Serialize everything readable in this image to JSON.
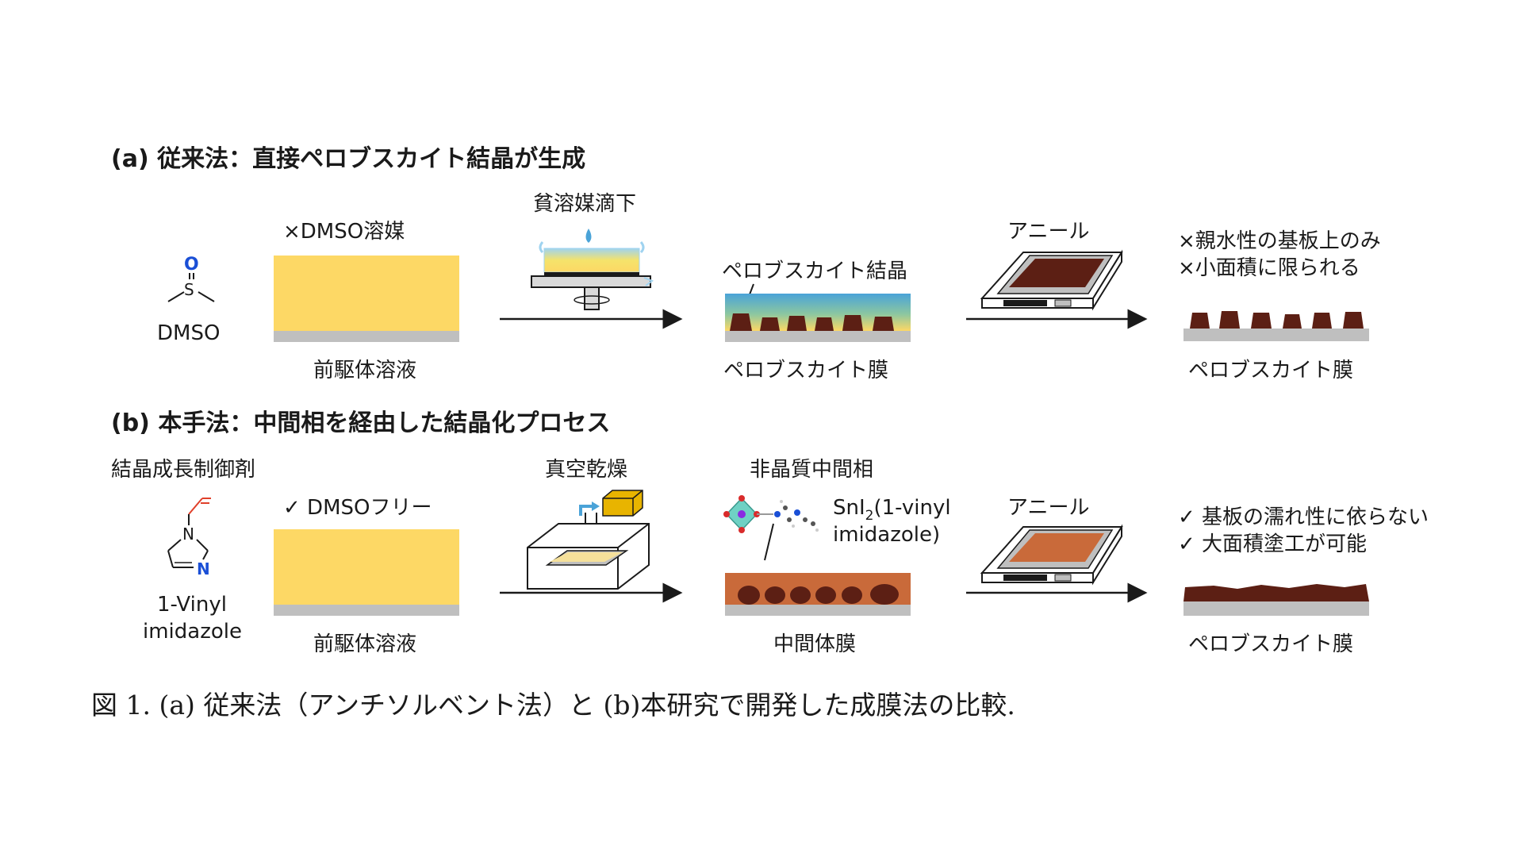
{
  "panel_a": {
    "title": "(a) 従来法：直接ペロブスカイト結晶が生成",
    "dmso_label": "DMSO",
    "dmso_atom_o": "O",
    "dmso_atom_s": "S",
    "solvent_note": "×DMSO溶媒",
    "precursor_label": "前駆体溶液",
    "antisolvent_label": "貧溶媒滴下",
    "crystal_label": "ペロブスカイト結晶",
    "film_label": "ペロブスカイト膜",
    "anneal_label": "アニール",
    "result_note_1": "×親水性の基板上のみ",
    "result_note_2": "×小面積に限られる",
    "final_label": "ペロブスカイト膜"
  },
  "panel_b": {
    "title": "(b) 本手法：中間相を経由した結晶化プロセス",
    "additive_label": "結晶成長制御剤",
    "vinyl_label_1": "1-Vinyl",
    "vinyl_label_2": "imidazole",
    "atom_n1": "N",
    "atom_n2": "N",
    "solvent_note": "✓ DMSOフリー",
    "precursor_label": "前駆体溶液",
    "vacuum_label": "真空乾燥",
    "amorphous_label": "非晶質中間相",
    "complex_label_1": "SnI",
    "complex_label_sub": "2",
    "complex_label_2": "(1-vinyl",
    "complex_label_3": "imidazole)",
    "intermediate_label": "中間体膜",
    "anneal_label": "アニール",
    "result_note_1": "✓ 基板の濡れ性に依らない",
    "result_note_2": "✓ 大面積塗工が可能",
    "final_label": "ペロブスカイト膜"
  },
  "caption": "図 1. (a)  従来法（アンチソルベント法）と (b)本研究で開発した成膜法の比較.",
  "colors": {
    "precursor": "#fdd865",
    "substrate": "#bfbfbf",
    "crystal": "#5c1f14",
    "intermediate": "#c96a3a",
    "solvent_blue": "#4aa3d8",
    "nitrogen": "#1a4fd6",
    "oxygen": "#1a4fd6",
    "vinyl": "#e0402a"
  }
}
